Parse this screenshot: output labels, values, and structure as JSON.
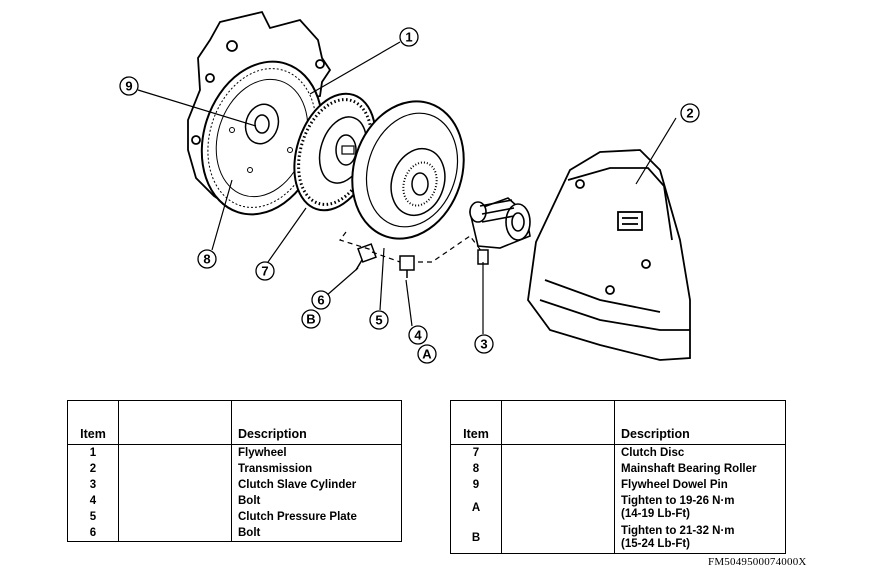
{
  "callouts": {
    "c1": "1",
    "c2": "2",
    "c3": "3",
    "c4": "4",
    "c5": "5",
    "c6": "6",
    "c7": "7",
    "c8": "8",
    "c9": "9",
    "cA": "A",
    "cB": "B"
  },
  "table_left": {
    "header_item": "Item",
    "header_blank": "",
    "header_description": "Description",
    "rows": [
      {
        "item": "1",
        "description": "Flywheel"
      },
      {
        "item": "2",
        "description": "Transmission"
      },
      {
        "item": "3",
        "description": "Clutch Slave Cylinder"
      },
      {
        "item": "4",
        "description": "Bolt"
      },
      {
        "item": "5",
        "description": "Clutch Pressure Plate"
      },
      {
        "item": "6",
        "description": "Bolt"
      }
    ]
  },
  "table_right": {
    "header_item": "Item",
    "header_blank": "",
    "header_description": "Description",
    "rows": [
      {
        "item": "7",
        "description_line1": "Clutch Disc",
        "description_line2": ""
      },
      {
        "item": "8",
        "description_line1": "Mainshaft Bearing Roller",
        "description_line2": ""
      },
      {
        "item": "9",
        "description_line1": "Flywheel Dowel Pin",
        "description_line2": ""
      },
      {
        "item": "A",
        "description_line1": "Tighten to 19-26 N·m",
        "description_line2": "(14-19 Lb-Ft)"
      },
      {
        "item": "B",
        "description_line1": "Tighten to 21-32 N·m",
        "description_line2": "(15-24 Lb-Ft)"
      }
    ]
  },
  "footer_code": "FM5049500074000X"
}
